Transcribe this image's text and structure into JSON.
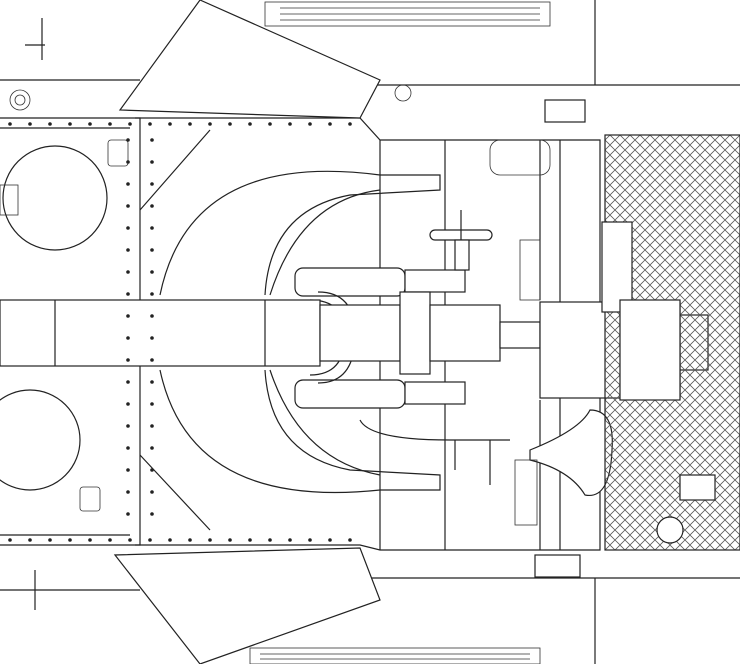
{
  "drawing": {
    "view": "top",
    "colors": {
      "line": "#222222",
      "background": "#ffffff",
      "mesh": "#555555"
    },
    "components": [
      "hull",
      "turret-hatch-upper",
      "turret-hatch-lower",
      "gun-barrel",
      "gun-mantlet",
      "recoil-cylinders",
      "traverse-handwheel",
      "engine-deck-mesh",
      "wing-plate-upper",
      "wing-plate-lower",
      "rivets"
    ]
  }
}
